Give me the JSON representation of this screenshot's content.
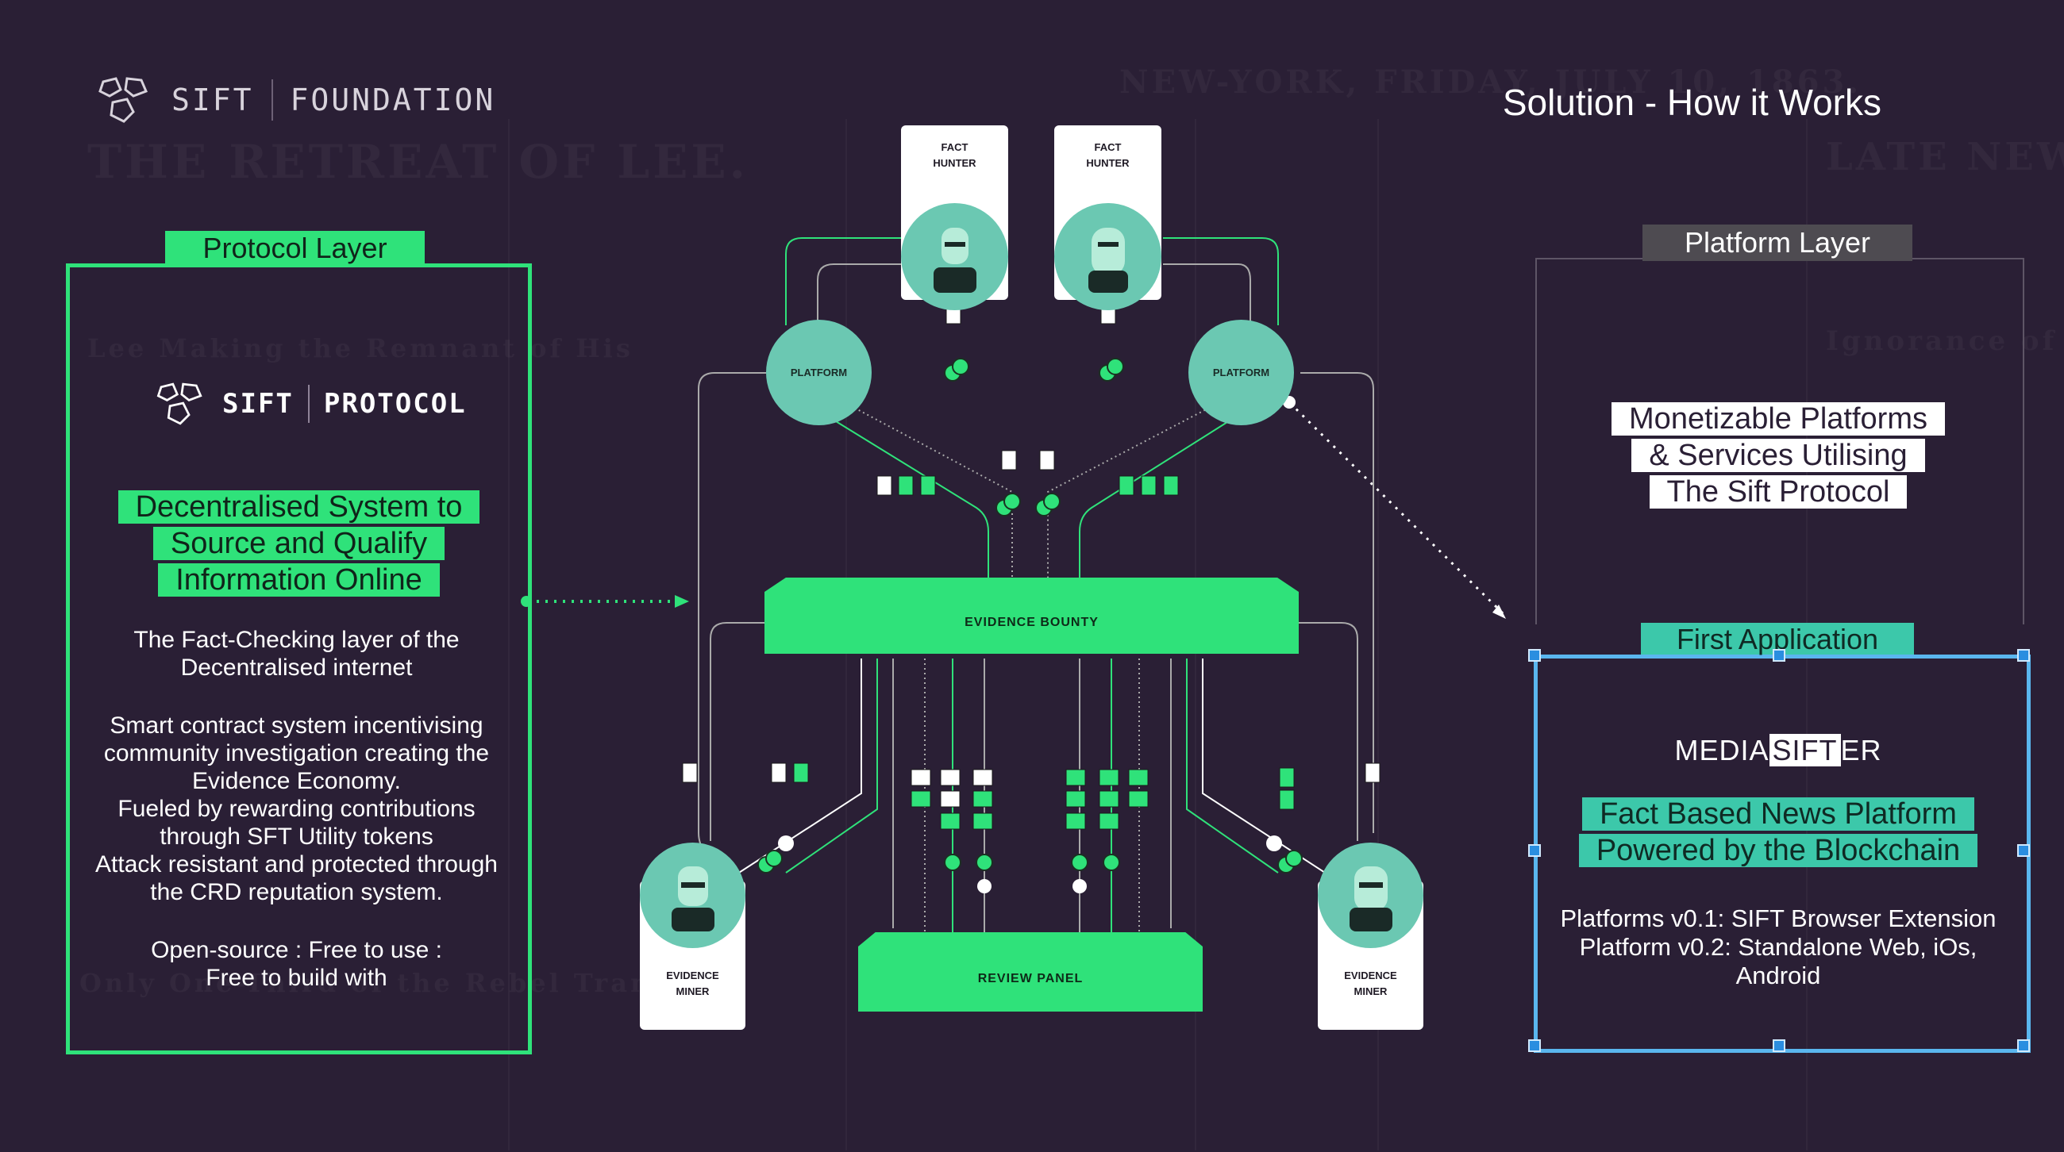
{
  "header": {
    "logo_sift": "SIFT",
    "logo_foundation": "FOUNDATION",
    "slide_title": "Solution - How it Works"
  },
  "protocol": {
    "tag": "Protocol Layer",
    "logo_sift": "SIFT",
    "logo_protocol": "PROTOCOL",
    "heading_lines": [
      "Decentralised System to",
      "Source and Qualify",
      "Information Online"
    ],
    "subtitle_lines": [
      "The Fact-Checking layer of the",
      "Decentralised internet"
    ],
    "body_lines": [
      "Smart contract system incentivising",
      "community investigation creating the",
      "Evidence Economy.",
      "Fueled by rewarding contributions",
      "through SFT Utility tokens",
      "Attack resistant and protected through",
      "the CRD reputation system."
    ],
    "footer_lines": [
      "Open-source : Free to use :",
      "Free to build with"
    ]
  },
  "platform": {
    "tag": "Platform Layer",
    "heading_lines": [
      "Monetizable Platforms",
      "& Services Utilising",
      "The Sift Protocol"
    ],
    "first_app_tag": "First Application",
    "app_name_prefix": "MEDIA",
    "app_name_box": "SIFT",
    "app_name_suffix": "ER",
    "app_heading_lines": [
      "Fact Based News Platform",
      "Powered by the Blockchain"
    ],
    "app_text_lines": [
      "Platforms v0.1: SIFT Browser Extension",
      "Platform v0.2: Standalone Web, iOs,",
      "Android"
    ]
  },
  "diagram": {
    "fact_hunter_1": [
      "FACT",
      "HUNTER"
    ],
    "fact_hunter_2": [
      "FACT",
      "HUNTER"
    ],
    "platform_left": "PLATFORM",
    "platform_right": "PLATFORM",
    "evidence_bounty": "EVIDENCE BOUNTY",
    "review_panel": "REVIEW PANEL",
    "evidence_miner_1": [
      "EVIDENCE",
      "MINER"
    ],
    "evidence_miner_2": [
      "EVIDENCE",
      "MINER"
    ]
  },
  "colors": {
    "background": "#2a1f35",
    "green": "#2fe27a",
    "teal": "#6bc8b2",
    "selection_blue": "#5ab6ee"
  }
}
